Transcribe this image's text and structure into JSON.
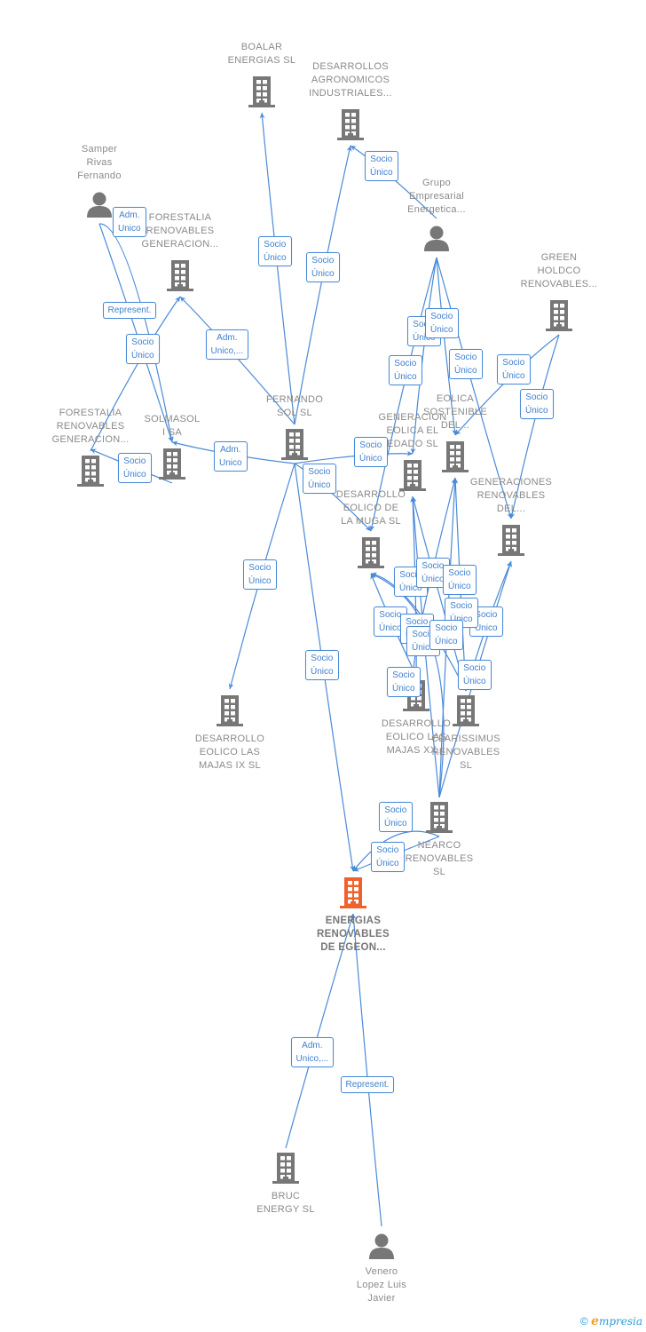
{
  "colors": {
    "edge": "#4a8ad8",
    "icon": "#777777",
    "focus_icon": "#f0622d",
    "label": "#8a8a8a"
  },
  "nodes": [
    {
      "id": "boalar",
      "type": "company",
      "label": "BOALAR\nENERGIAS  SL"
    },
    {
      "id": "desarrollos_agro",
      "type": "company",
      "label": "DESARROLLOS\nAGRONOMICOS\nINDUSTRIALES..."
    },
    {
      "id": "samper",
      "type": "person",
      "label": "Samper\nRivas\nFernando"
    },
    {
      "id": "forestalia_top",
      "type": "company",
      "label": "FORESTALIA\nRENOVABLES\nGENERACION..."
    },
    {
      "id": "grupo",
      "type": "person",
      "label": "Grupo\nEmpresarial\nEnergetica..."
    },
    {
      "id": "green_holdco",
      "type": "company",
      "label": "GREEN\nHOLDCO\nRENOVABLES..."
    },
    {
      "id": "forestalia_bottom",
      "type": "company",
      "label": "FORESTALIA\nRENOVABLES\nGENERACION..."
    },
    {
      "id": "solmasol",
      "type": "company",
      "label": "SOLMASOL\nI SA"
    },
    {
      "id": "fernando_sol",
      "type": "company",
      "label": "FERNANDO\nSOL SL"
    },
    {
      "id": "generacion_eolica",
      "type": "company",
      "label": "GENERACION\nEOLICA EL\nEDADO SL"
    },
    {
      "id": "eolica_sostenible",
      "type": "company",
      "label": "EOLICA\nSOSTENIBLE\nDEL..."
    },
    {
      "id": "generaciones_renovables",
      "type": "company",
      "label": "GENERACIONES\nRENOVABLES\nDEL..."
    },
    {
      "id": "desarrollo_muga",
      "type": "company",
      "label": "DESARROLLO\nEOLICO DE\nLA MUGA SL"
    },
    {
      "id": "majas_ix",
      "type": "company",
      "label": "DESARROLLO\nEOLICO LAS\nMAJAS IX  SL"
    },
    {
      "id": "majas_xx",
      "type": "company",
      "label": "DESARROLLO\nEOLICO LAS\nMAJAS XX..."
    },
    {
      "id": "clarissimus",
      "type": "company",
      "label": "CLARISSIMUS\nRENOVABLES\nSL"
    },
    {
      "id": "nearco",
      "type": "company",
      "label": "NEARCO\nRENOVABLES\nSL"
    },
    {
      "id": "egeon",
      "type": "company",
      "focus": true,
      "label": "ENERGIAS\nRENOVABLES\nDE EGEON..."
    },
    {
      "id": "bruc",
      "type": "company",
      "label": "BRUC\nENERGY  SL"
    },
    {
      "id": "venero",
      "type": "person",
      "label": "Venero\nLopez Luis\nJavier"
    }
  ],
  "edges": [
    {
      "from": "fernando_sol",
      "to": "boalar",
      "label": "Socio\nÚnico"
    },
    {
      "from": "fernando_sol",
      "to": "desarrollos_agro",
      "label": "Socio\nÚnico"
    },
    {
      "from": "grupo",
      "to": "desarrollos_agro",
      "label": "Socio\nÚnico"
    },
    {
      "from": "samper",
      "to": "solmasol",
      "label": "Adm.\nUnico"
    },
    {
      "from": "samper",
      "to": "solmasol",
      "label": "Represent."
    },
    {
      "from": "forestalia_bottom",
      "to": "forestalia_top",
      "label": "Socio\nÚnico"
    },
    {
      "from": "fernando_sol",
      "to": "forestalia_top",
      "label": "Adm.\nUnico,..."
    },
    {
      "from": "fernando_sol",
      "to": "solmasol",
      "label": "Adm.\nUnico"
    },
    {
      "from": "solmasol",
      "to": "forestalia_bottom",
      "label": "Socio\nÚnico"
    },
    {
      "from": "fernando_sol",
      "to": "generacion_eolica",
      "label": "Socio\nÚnico"
    },
    {
      "from": "fernando_sol",
      "to": "desarrollo_muga",
      "label": "Socio\nÚnico"
    },
    {
      "from": "fernando_sol",
      "to": "majas_ix",
      "label": "Socio\nÚnico"
    },
    {
      "from": "fernando_sol",
      "to": "egeon",
      "label": "Socio\nÚnico"
    },
    {
      "from": "grupo",
      "to": "generacion_eolica",
      "label": "Socio\nÚnico"
    },
    {
      "from": "grupo",
      "to": "eolica_sostenible",
      "label": "Socio\nÚnico"
    },
    {
      "from": "grupo",
      "to": "desarrollo_muga",
      "label": "Socio\nÚnico"
    },
    {
      "from": "grupo",
      "to": "generaciones_renovables",
      "label": "Socio\nÚnico"
    },
    {
      "from": "green_holdco",
      "to": "eolica_sostenible",
      "label": "Socio\nÚnico"
    },
    {
      "from": "green_holdco",
      "to": "generaciones_renovables",
      "label": "Socio\nÚnico"
    },
    {
      "from": "majas_xx",
      "to": "desarrollo_muga",
      "label": "Socio\nÚnico"
    },
    {
      "from": "majas_xx",
      "to": "generacion_eolica",
      "label": "Socio\nÚnico"
    },
    {
      "from": "majas_xx",
      "to": "eolica_sostenible",
      "label": "Socio\nÚnico"
    },
    {
      "from": "clarissimus",
      "to": "desarrollo_muga",
      "label": "Socio\nÚnico"
    },
    {
      "from": "clarissimus",
      "to": "generacion_eolica",
      "label": "Socio\nÚnico"
    },
    {
      "from": "clarissimus",
      "to": "eolica_sostenible",
      "label": "Socio\nÚnico"
    },
    {
      "from": "clarissimus",
      "to": "generaciones_renovables",
      "label": "Socio\nÚnico"
    },
    {
      "from": "nearco",
      "to": "desarrollo_muga",
      "label": "Socio\nÚnico"
    },
    {
      "from": "nearco",
      "to": "generacion_eolica",
      "label": "Socio\nÚnico"
    },
    {
      "from": "nearco",
      "to": "eolica_sostenible",
      "label": "Socio\nÚnico"
    },
    {
      "from": "nearco",
      "to": "generaciones_renovables",
      "label": "Socio\nÚnico"
    },
    {
      "from": "nearco",
      "to": "egeon",
      "label": "Socio\nÚnico"
    },
    {
      "from": "nearco",
      "to": "egeon",
      "label": "Socio\nÚnico"
    },
    {
      "from": "bruc",
      "to": "egeon",
      "label": "Adm.\nUnico,..."
    },
    {
      "from": "venero",
      "to": "egeon",
      "label": "Represent."
    }
  ],
  "footer": {
    "copyright": "©",
    "brand_initial": "e",
    "brand_rest": "mpresia"
  }
}
